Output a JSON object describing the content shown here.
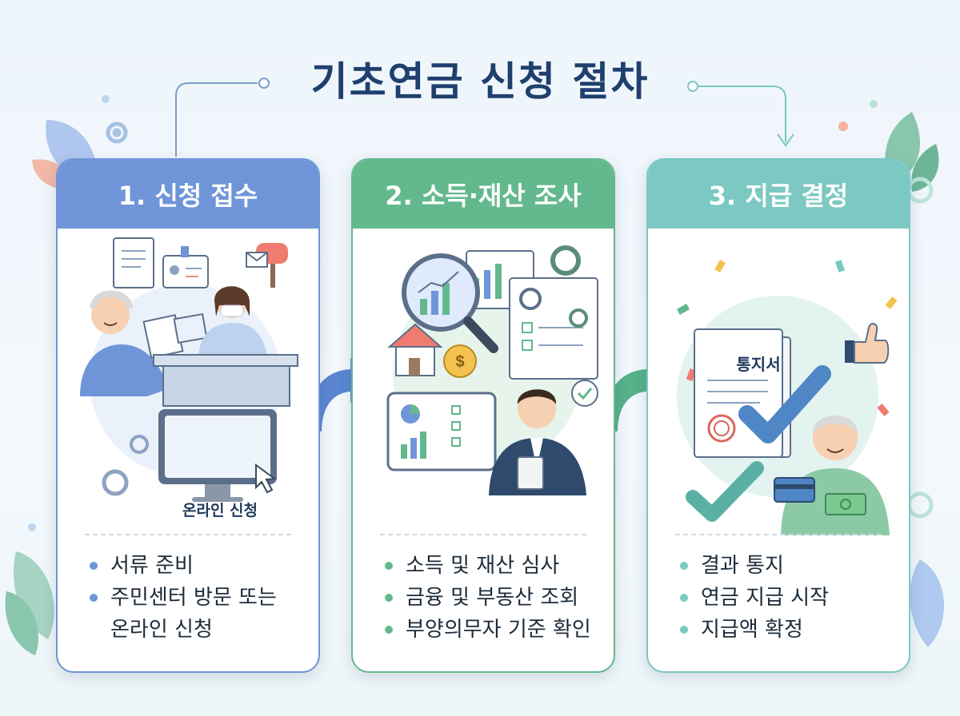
{
  "title": "기초연금 신청 절차",
  "steps": [
    {
      "heading": "1. 신청 접수",
      "art_label": "온라인 신청",
      "items": [
        "서류 준비",
        "주민센터 방문 또는",
        "온라인 신청"
      ]
    },
    {
      "heading": "2. 소득·재산 조사",
      "items": [
        "소득 및 재산 심사",
        "금융 및 부동산 조회",
        "부양의무자 기준 확인"
      ]
    },
    {
      "heading": "3. 지급 결정",
      "art_label": "통지서",
      "items": [
        "결과 통지",
        "연금 지급 시작",
        "지급액 확정"
      ]
    }
  ],
  "colors": {
    "title": "#1f3f6e",
    "step1": "#6f95d8",
    "step2": "#63b98d",
    "step3": "#7cc8c2"
  }
}
